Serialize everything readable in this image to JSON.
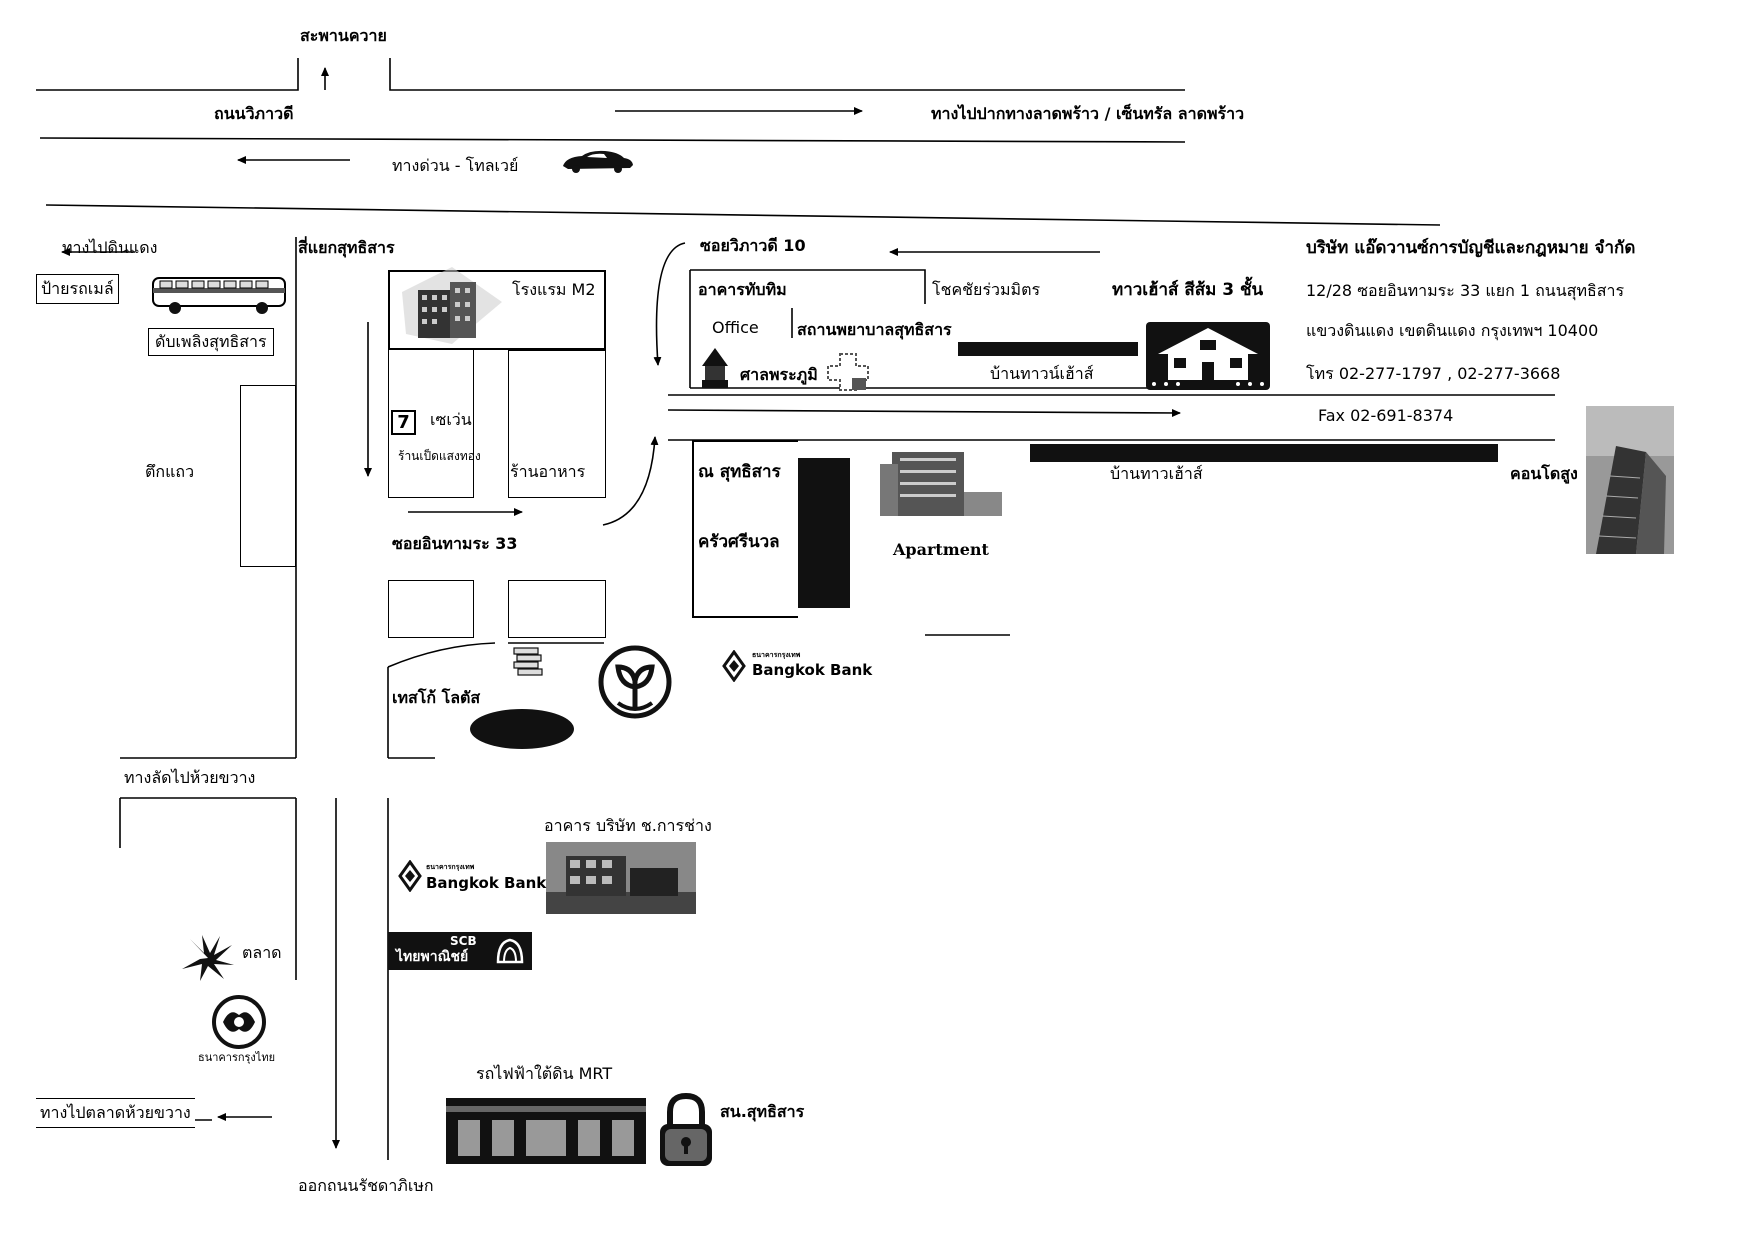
{
  "roads": {
    "saphan_khwai": "สะพานควาย",
    "vibhavadi": "ถนนวิภาวดี",
    "to_lat_phrao": "ทางไปปากทางลาดพร้าว / เซ็นทรัล ลาดพร้าว",
    "expressway": "ทางด่วน - โทลเวย์",
    "to_din_daeng": "ทางไปดินแดง",
    "sutthisan_junction": "สี่แยกสุทธิสาร",
    "soi_vibhavadi_10": "ซอยวิภาวดี 10",
    "soi_inthamara_33": "ซอยอินทามระ 33",
    "shortcut_huai_khwang": "ทางลัดไปห้วยขวาง",
    "to_huai_khwang_market": "ทางไปตลาดห้วยขวาง",
    "exit_ratchadaphisek": "ออกถนนรัชดาภิเษก"
  },
  "places": {
    "bus_stop": "ป้ายรถเมล์",
    "fire_station": "ดับเพลิงสุทธิสาร",
    "shophouses": "ตึกแถว",
    "hotel_m2": "โรงแรม M2",
    "seven_eleven_badge": "7",
    "seven_eleven": "เซเว่น",
    "duck_shop": "ร้านเป็ดแสงทอง",
    "restaurant": "ร้านอาหาร",
    "thapthim_building": "อาคารทับทิม",
    "chokchai": "โชคชัยร่วมมิตร",
    "townhouse_3": "ทาวเฮ้าส์ สีส้ม 3 ชั้น",
    "office": "Office",
    "sutthisan_hospital": "สถานพยาบาลสุทธิสาร",
    "spirit_house": "ศาลพระภูมิ",
    "townhouse_1": "บ้านทาวน์เฮ้าส์",
    "townhouse_2": "บ้านทาวเฮ้าส์",
    "na_sutthisan": "ณ สุทธิสาร",
    "khrua_sinuan": "ครัวศรีนวล",
    "apartment": "Apartment",
    "condo": "คอนโดสูง",
    "tesco": "เทสโก้ โลตัส",
    "bangkok_bank_th": "ธนาคารกรุงเทพ",
    "bangkok_bank": "Bangkok Bank",
    "building_company": "อาคาร บริษัท ช.การช่าง",
    "scb_en": "SCB",
    "scb_th": "ไทยพาณิชย์",
    "market": "ตลาด",
    "krungthai": "ธนาคารกรุงไทย",
    "mrt": "รถไฟฟ้าใต้ดิน MRT",
    "police": "สน.สุทธิสาร"
  },
  "company": {
    "name": "บริษัท แอ๊ดวานซ์การบัญชีและกฎหมาย จำกัด",
    "address1": "12/28  ซอยอินทามระ 33 แยก 1 ถนนสุทธิสาร",
    "address2": "แขวงดินแดง  เขตดินแดง   กรุงเทพฯ 10400",
    "phone": "โทร 02-277-1797 ,  02-277-3668",
    "fax": "Fax  02-691-8374"
  }
}
